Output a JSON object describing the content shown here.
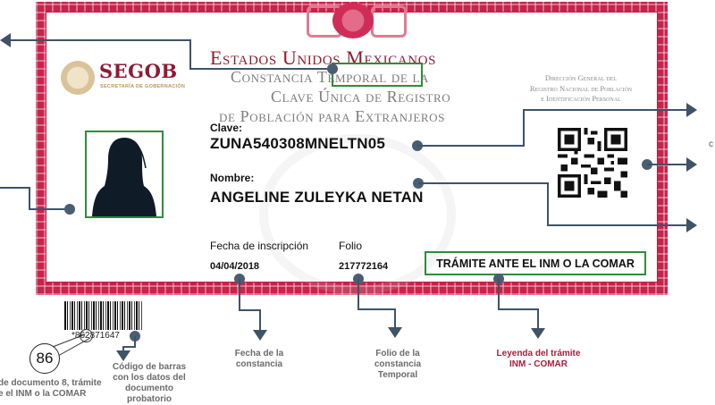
{
  "document": {
    "header": {
      "country": "Estados Unidos Mexicanos",
      "title_line1_a": "Constancia",
      "title_line1_highlight": "Temporal",
      "title_line1_b": "de la",
      "title_line2": "Clave Única de Registro",
      "title_line3": "de Población para Extranjeros"
    },
    "agency": {
      "name": "SEGOB",
      "subtitle": "SECRETARÍA DE GOBERNACIÓN"
    },
    "direction": {
      "line1": "Dirección General del",
      "line2": "Registro Nacional de Población",
      "line3": "e Identificación Personal"
    },
    "fields": {
      "clave_label": "Clave:",
      "clave_value": "ZUNA540308MNELTN05",
      "nombre_label": "Nombre:",
      "nombre_value": "ANGELINE ZULEYKA NETAN",
      "fecha_label": "Fecha de inscripción",
      "fecha_value": "04/04/2018",
      "folio_label": "Folio",
      "folio_value": "217772164",
      "tramite": "TRÁMITE ANTE EL INM O LA COMAR"
    },
    "barcode": {
      "number": "*862871647",
      "highlight": "86"
    }
  },
  "annotations": {
    "barcode_prefix": [
      "de documento 8, trámite",
      "e el INM o la COMAR"
    ],
    "barcode_desc": [
      "Código de barras",
      "con los datos del",
      "documento",
      "probatorio"
    ],
    "fecha_desc": [
      "Fecha de la",
      "constancia"
    ],
    "folio_desc": [
      "Folio de la",
      "constancia",
      "Temporal"
    ],
    "leyenda_desc": [
      "Leyenda del trámite",
      "INM - COMAR"
    ],
    "right_partial": "c"
  },
  "colors": {
    "frame": "#c8234a",
    "title_red": "#8e1b33",
    "highlight_green": "#2f8c3a",
    "annotation_line": "#3f5366",
    "annotation_red": "#a31f3d"
  }
}
